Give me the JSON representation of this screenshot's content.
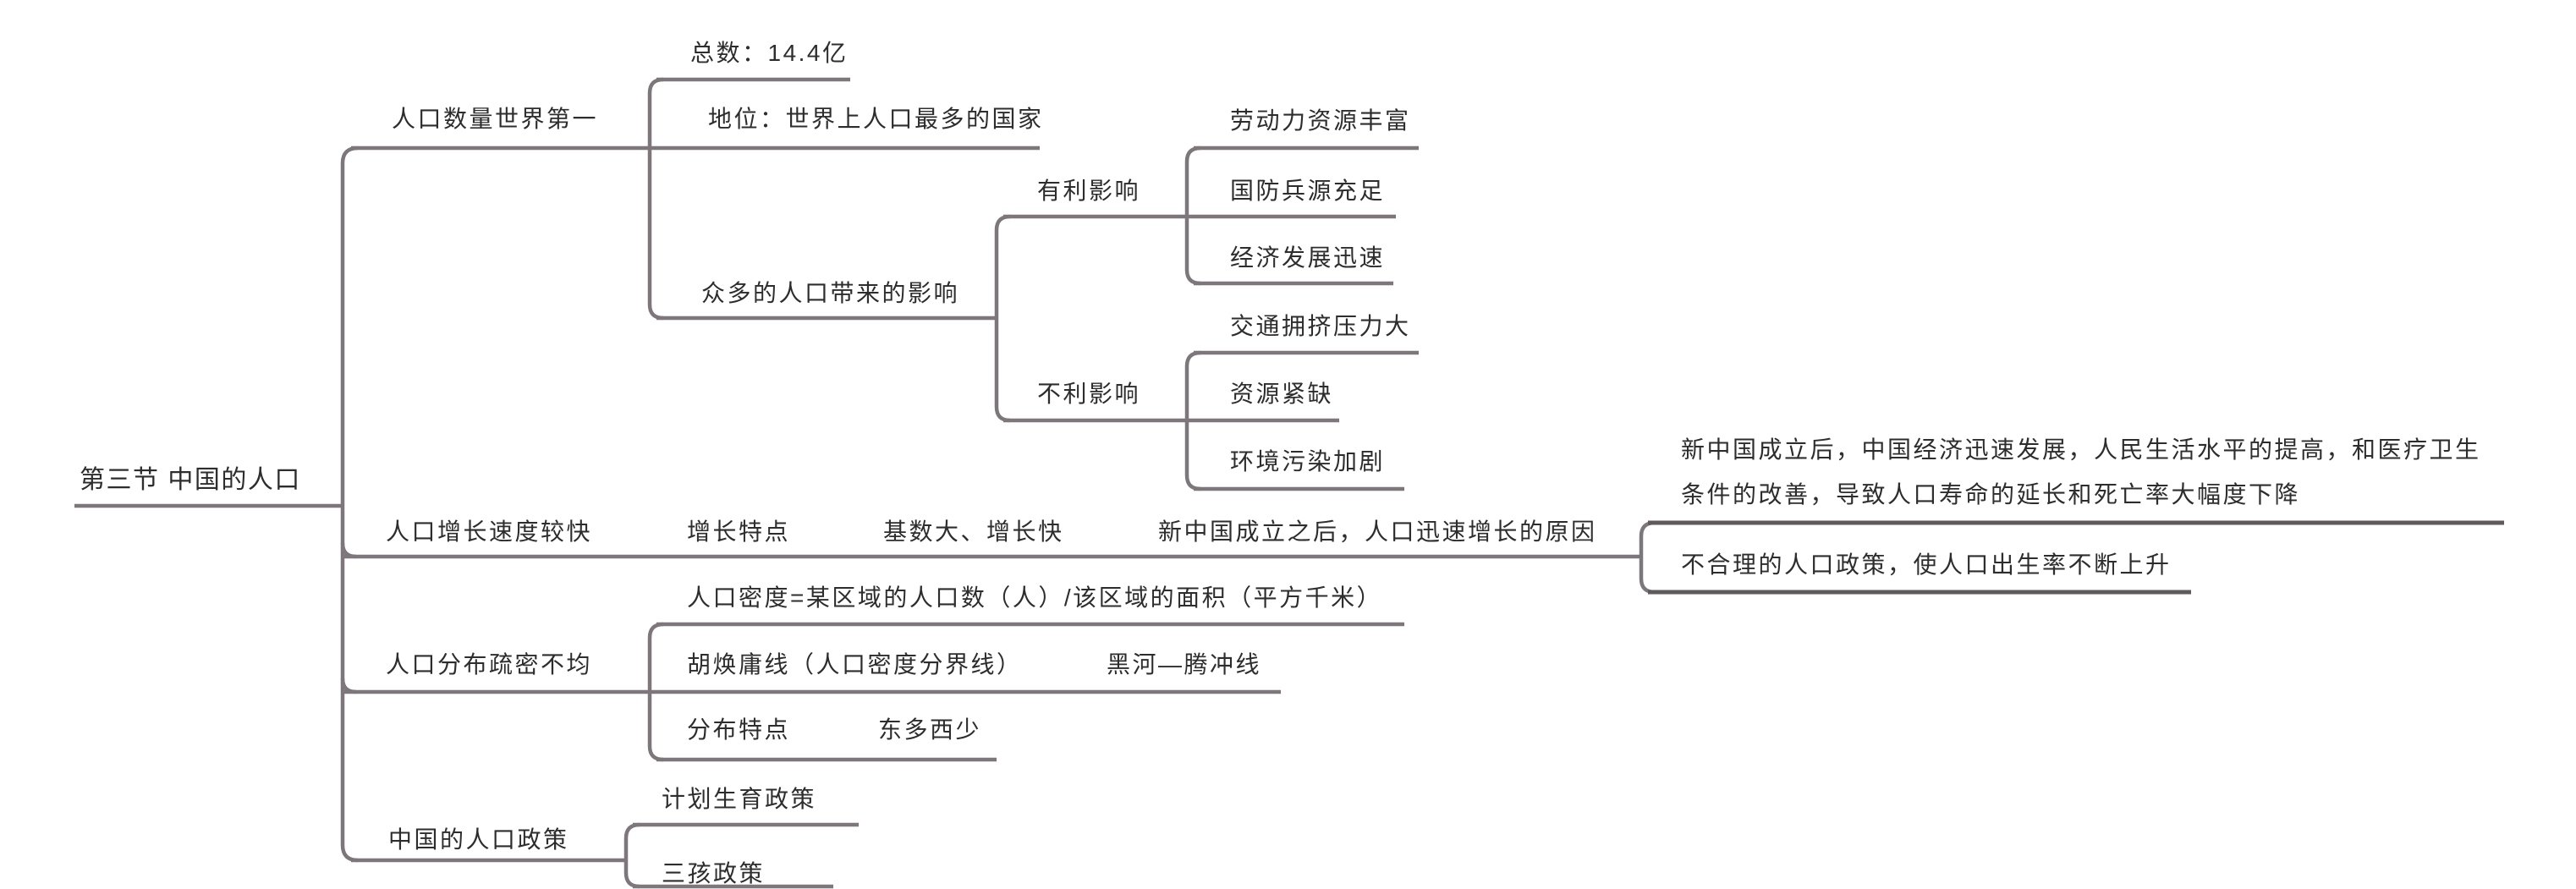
{
  "style": {
    "background": "#ffffff",
    "line_color": "#7d777b",
    "dark_line_color": "#5f5a5e",
    "text_color": "#2d2d2d"
  },
  "mindmap": {
    "root": {
      "label": "第三节 中国的人口"
    },
    "branches": [
      {
        "label": "人口数量世界第一",
        "children": [
          {
            "label": "总数：14.4亿"
          },
          {
            "label": "地位：世界上人口最多的国家"
          },
          {
            "label": "众多的人口带来的影响",
            "children": [
              {
                "label": "有利影响",
                "children": [
                  {
                    "label": "劳动力资源丰富"
                  },
                  {
                    "label": "国防兵源充足"
                  },
                  {
                    "label": "经济发展迅速"
                  }
                ]
              },
              {
                "label": "不利影响",
                "children": [
                  {
                    "label": "交通拥挤压力大"
                  },
                  {
                    "label": "资源紧缺"
                  },
                  {
                    "label": "环境污染加剧"
                  }
                ]
              }
            ]
          }
        ]
      },
      {
        "label": "人口增长速度较快",
        "children": [
          {
            "label": "增长特点",
            "children": [
              {
                "label": "基数大、增长快",
                "children": [
                  {
                    "label": "新中国成立之后，人口迅速增长的原因",
                    "children": [
                      {
                        "label": "新中国成立后，中国经济迅速发展，人民生活水平的提高，和医疗卫生条件的改善，导致人口寿命的延长和死亡率大幅度下降"
                      },
                      {
                        "label": "不合理的人口政策，使人口出生率不断上升"
                      }
                    ]
                  }
                ]
              }
            ]
          }
        ]
      },
      {
        "label": "人口分布疏密不均",
        "children": [
          {
            "label": "人口密度=某区域的人口数（人）/该区域的面积（平方千米）"
          },
          {
            "label": "胡焕庸线（人口密度分界线）",
            "children": [
              {
                "label": "黑河—腾冲线"
              }
            ]
          },
          {
            "label": "分布特点",
            "children": [
              {
                "label": "东多西少"
              }
            ]
          }
        ]
      },
      {
        "label": "中国的人口政策",
        "children": [
          {
            "label": "计划生育政策"
          },
          {
            "label": "三孩政策"
          }
        ]
      }
    ]
  }
}
